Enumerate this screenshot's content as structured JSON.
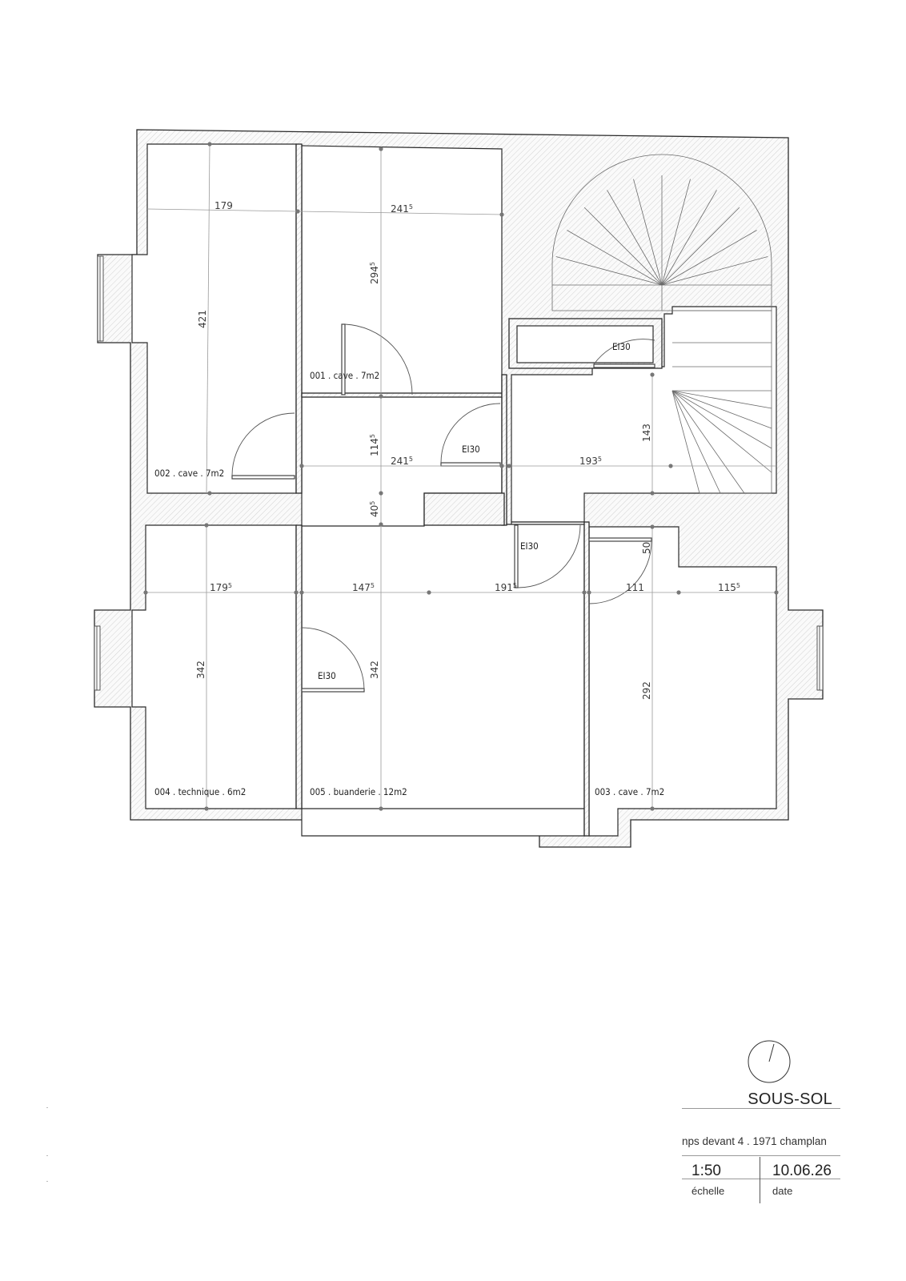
{
  "rooms": [
    {
      "id": "001",
      "label": "001 . cave . 7m2"
    },
    {
      "id": "002",
      "label": "002 . cave . 7m2"
    },
    {
      "id": "003",
      "label": "003 . cave . 7m2"
    },
    {
      "id": "004",
      "label": "004 . technique . 6m2"
    },
    {
      "id": "005",
      "label": "005 . buanderie . 12m2"
    }
  ],
  "doors": {
    "fire_rating": "EI30"
  },
  "dimensions": {
    "d179": {
      "main": "179",
      "sup": ""
    },
    "d2415a": {
      "main": "241",
      "sup": "5"
    },
    "d421": {
      "main": "421",
      "sup": ""
    },
    "d2945": {
      "main": "294",
      "sup": "5"
    },
    "d1145": {
      "main": "114",
      "sup": "5"
    },
    "d2415b": {
      "main": "241",
      "sup": "5"
    },
    "d1935": {
      "main": "193",
      "sup": "5"
    },
    "d143": {
      "main": "143",
      "sup": ""
    },
    "d405": {
      "main": "40",
      "sup": "5"
    },
    "d1795": {
      "main": "179",
      "sup": "5"
    },
    "d1475": {
      "main": "147",
      "sup": "5"
    },
    "d1915": {
      "main": "191",
      "sup": "5"
    },
    "d111": {
      "main": "111",
      "sup": ""
    },
    "d1155": {
      "main": "115",
      "sup": "5"
    },
    "d50": {
      "main": "50",
      "sup": ""
    },
    "d342a": {
      "main": "342",
      "sup": ""
    },
    "d342b": {
      "main": "342",
      "sup": ""
    },
    "d292": {
      "main": "292",
      "sup": ""
    }
  },
  "titleblock": {
    "title": "SOUS-SOL",
    "address": "nps devant 4 . 1971 champlan",
    "scale": "1:50",
    "scale_label": "échelle",
    "date": "10.06.26",
    "date_label": "date"
  }
}
